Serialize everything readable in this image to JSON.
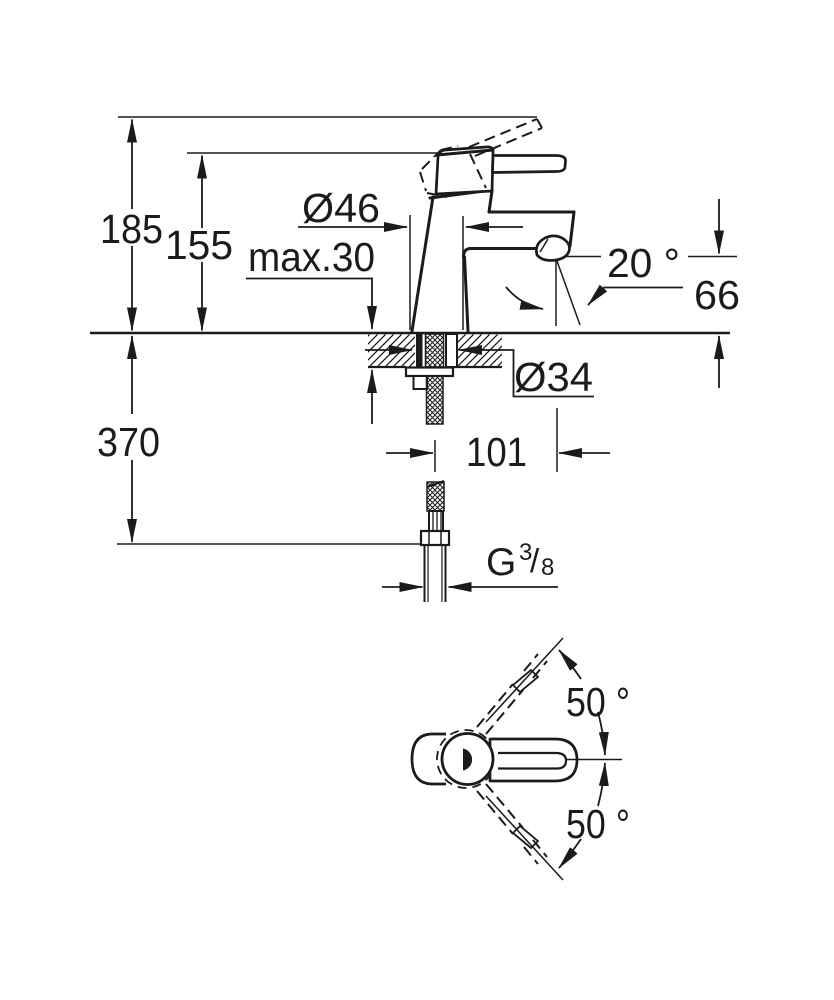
{
  "colors": {
    "line": "#1b1b1b",
    "background": "#ffffff"
  },
  "side_view": {
    "total_height": "185",
    "lever_height": "155",
    "body_diameter": "Ø46",
    "max_mounting_thickness": "max.30",
    "spout_angle": "20 °",
    "spout_outlet_height": "66",
    "mounting_hole_diameter": "Ø34",
    "hose_length": "370",
    "spout_reach": "101",
    "thread_g": "G",
    "thread_numerator": "3",
    "thread_slash": "/",
    "thread_denominator": "8"
  },
  "top_view": {
    "handle_swing_upper": "50 °",
    "handle_swing_lower": "50 °"
  }
}
